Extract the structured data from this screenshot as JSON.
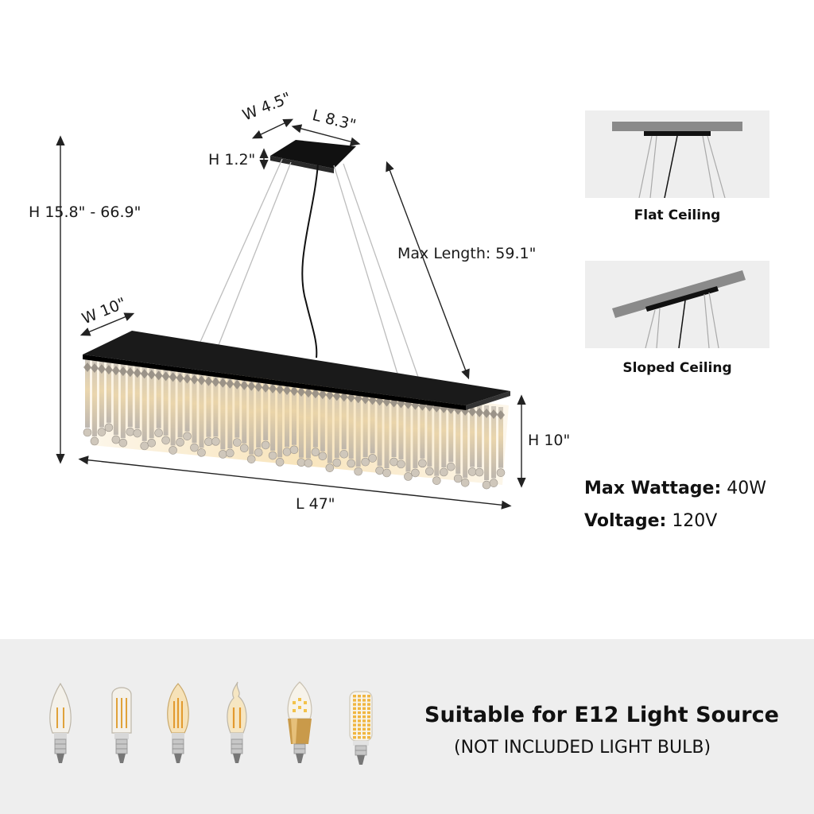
{
  "dimensions": {
    "canopy_width": "W 4.5\"",
    "canopy_length": "L 8.3\"",
    "canopy_height": "H 1.2\"",
    "overall_height": "H 15.8\" - 66.9\"",
    "max_length": "Max Length: 59.1\"",
    "body_width": "W 10\"",
    "body_height": "H 10\"",
    "body_length": "L 47\""
  },
  "mounting": {
    "flat_label": "Flat Ceiling",
    "sloped_label": "Sloped Ceiling"
  },
  "specs": {
    "wattage_label": "Max Wattage:",
    "wattage_value": "40W",
    "voltage_label": "Voltage:",
    "voltage_value": "120V"
  },
  "bulbs": {
    "headline": "Suitable for E12 Light Source",
    "subline": "(NOT INCLUDED LIGHT BULB)",
    "types": [
      "filament-candle-bulb-icon",
      "filament-tubular-bulb-icon",
      "filament-torpedo-bulb-icon",
      "filament-flame-tip-bulb-icon",
      "led-gold-candle-bulb-icon",
      "led-corn-bulb-icon"
    ]
  },
  "colors": {
    "frame": "#1a1a1a",
    "panel_bg": "#eeeeee",
    "ceiling_gray": "#8a8a8a",
    "crystal_warm": "#d9b98a"
  }
}
